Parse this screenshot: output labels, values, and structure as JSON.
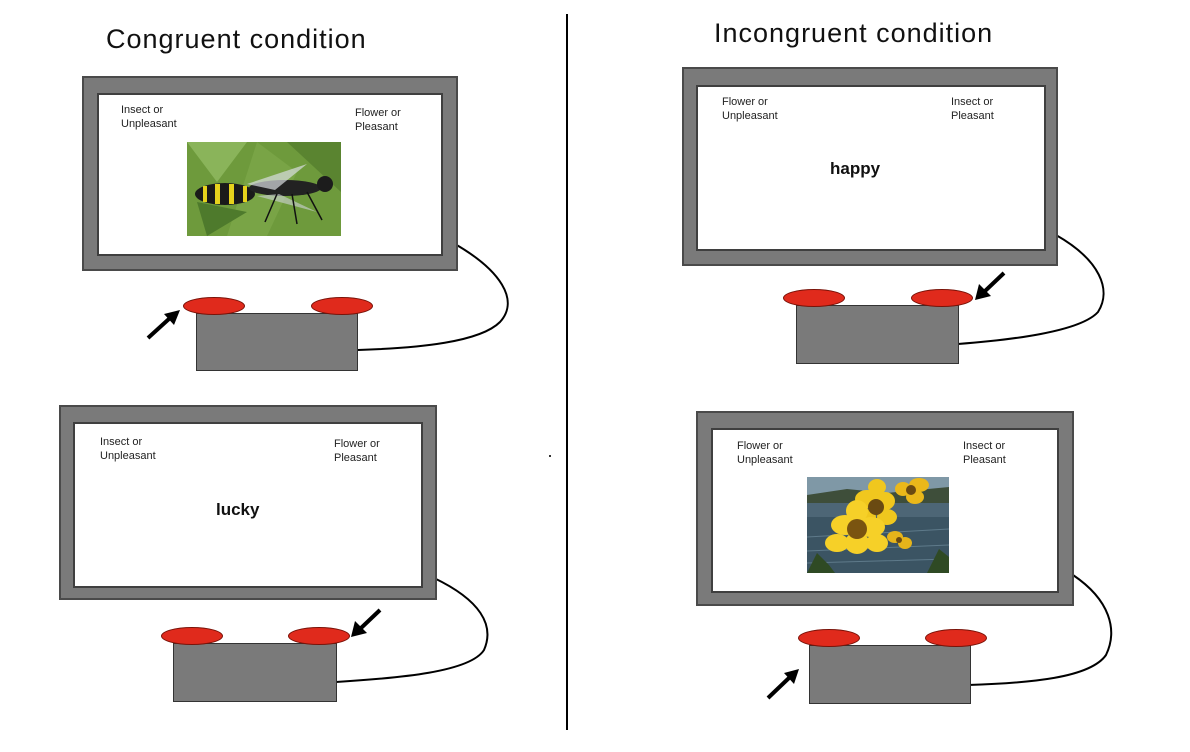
{
  "conditions": {
    "congruent": {
      "title": "Congruent condition",
      "trials": [
        {
          "left_label": "Insect or\nUnpleasant",
          "right_label": "Flower or\nPleasant",
          "stimulus": "insect-photo",
          "response": "left"
        },
        {
          "left_label": "Insect or\nUnpleasant",
          "right_label": "Flower or\nPleasant",
          "stimulus_word": "lucky",
          "response": "right"
        }
      ]
    },
    "incongruent": {
      "title": "Incongruent condition",
      "trials": [
        {
          "left_label": "Flower or\nUnpleasant",
          "right_label": "Insect or\nPleasant",
          "stimulus_word": "happy",
          "response": "right"
        },
        {
          "left_label": "Flower or\nUnpleasant",
          "right_label": "Insect or\nPleasant",
          "stimulus": "flower-photo",
          "response": "left"
        }
      ]
    }
  },
  "colors": {
    "monitor": "#7a7a7a",
    "button": "#e02a1c",
    "screen": "#ffffff"
  }
}
